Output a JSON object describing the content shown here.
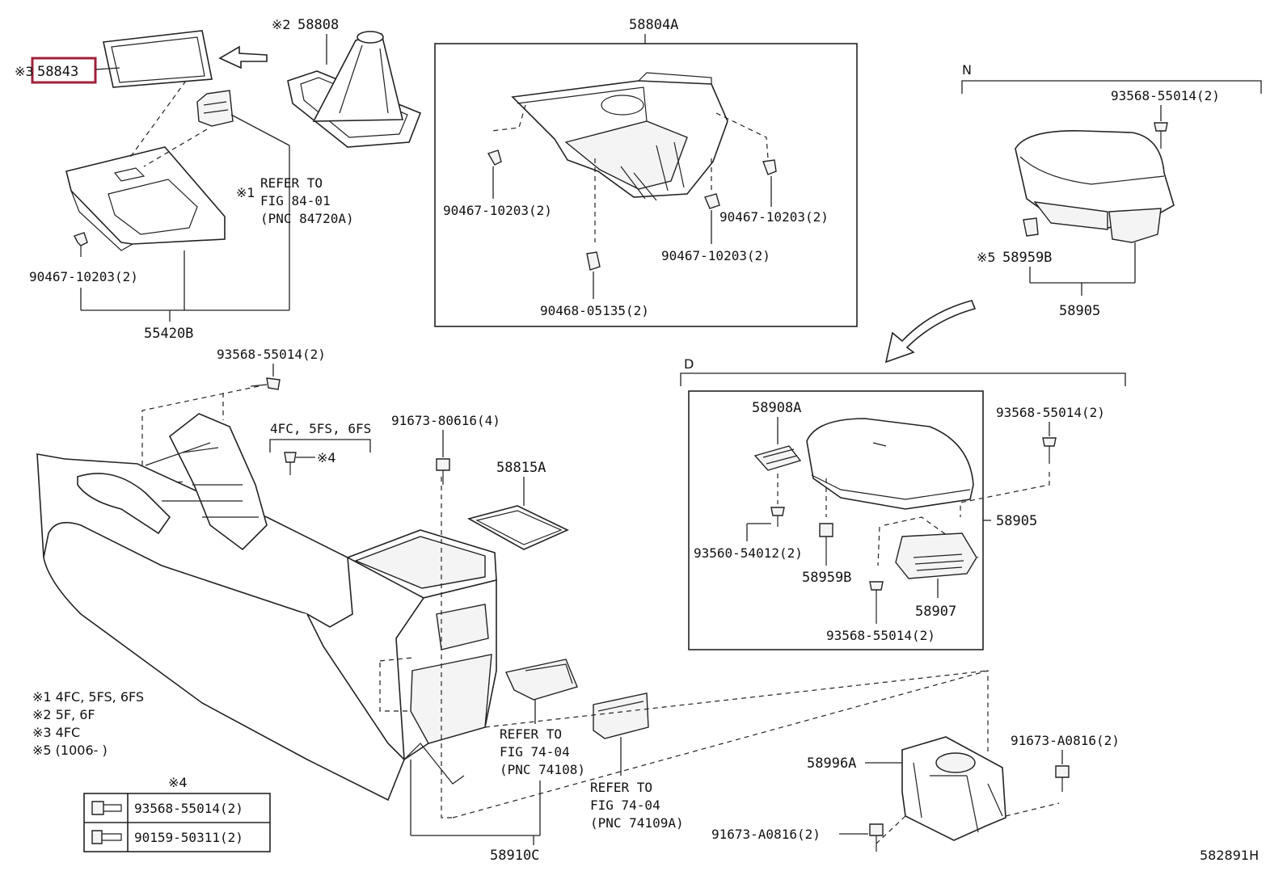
{
  "labels": {
    "p58843": "58843",
    "p58808": "58808",
    "p58804A": "58804A",
    "p55420B": "55420B",
    "p90467_a": "90467-10203(2)",
    "p90467_b": "90467-10203(2)",
    "p90467_c": "90467-10203(2)",
    "p90467_d": "90467-10203(2)",
    "p90468": "90468-05135(2)",
    "p93568_top": "93568-55014(2)",
    "p58959B_top": "58959B",
    "p58905_top": "58905",
    "p93568_mid": "93568-55014(2)",
    "p91673_806": "91673-80616(4)",
    "p58815A": "58815A",
    "p58908A": "58908A",
    "p93568_d": "93568-55014(2)",
    "p58905_d": "58905",
    "p93560": "93560-54012(2)",
    "p58959B_d": "58959B",
    "p58907": "58907",
    "p93568_d2": "93568-55014(2)",
    "p58996A": "58996A",
    "p91673_a1": "91673-A0816(2)",
    "p91673_a2": "91673-A0816(2)",
    "p58910C": "58910C",
    "fig_id": "582891H",
    "group_n": "N",
    "group_d": "D",
    "variant_group": "4FC, 5FS, 6FS"
  },
  "marks": {
    "m1": "※1",
    "m2": "※2",
    "m3": "※3",
    "m4": "※4",
    "m5": "※5"
  },
  "refs": {
    "ref1": [
      "REFER TO",
      "FIG 84-01",
      "(PNC 84720A)"
    ],
    "ref2": [
      "REFER TO",
      "FIG 74-04",
      "(PNC 74108)"
    ],
    "ref3": [
      "REFER TO",
      "FIG 74-04",
      "(PNC 74109A)"
    ]
  },
  "legend": {
    "notes": [
      "※1 4FC, 5FS, 6FS",
      "※2 5F, 6F",
      "※3 4FC",
      "※5 (1006-      )"
    ],
    "table_title": "※4",
    "table_rows": [
      "93568-55014(2)",
      "90159-50311(2)"
    ]
  },
  "colors": {
    "highlight": "#a0203a",
    "ink": "#222222"
  }
}
